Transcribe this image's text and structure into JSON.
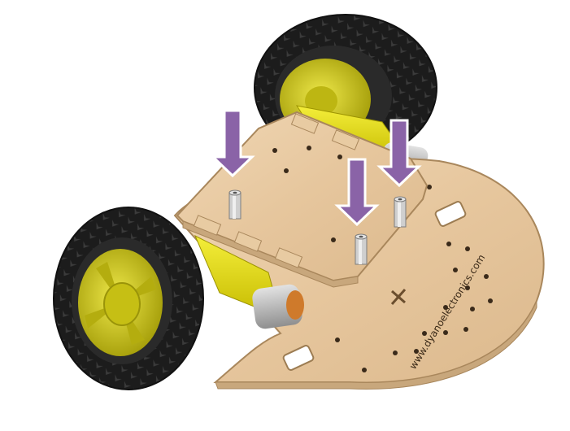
{
  "diagram": {
    "watermark_text": "www.dyanoelectronics.com",
    "colors": {
      "wood": "#e7c9a2",
      "wood_edge": "#a9875c",
      "tire": "#1b1b1b",
      "tire_tread": "#3a3a3a",
      "rim": "#d7d21a",
      "rim_dark": "#a8a20c",
      "motor": "#e7df12",
      "motor_dark": "#b7ac00",
      "motor_can": "#b9b9b9",
      "motor_cap": "#d07a2a",
      "standoff": "#c9c9c9",
      "arrow_fill": "#8a63a7",
      "arrow_edge": "#ffffff"
    },
    "parts": {
      "arrow_count": 3,
      "standoff_count": 3,
      "wheel_count": 2
    }
  }
}
